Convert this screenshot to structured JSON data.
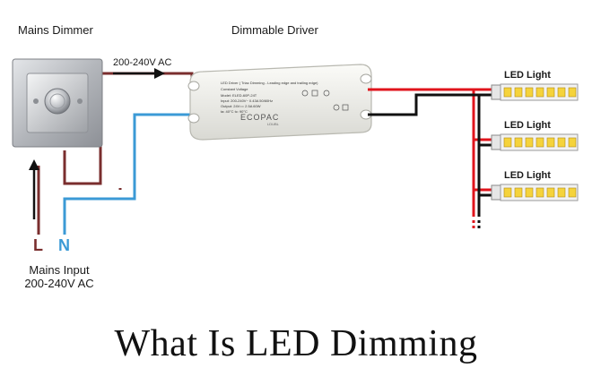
{
  "labels": {
    "mains_dimmer": "Mains Dimmer",
    "dimmable_driver": "Dimmable Driver",
    "ac_input": "200-240V AC",
    "mains_input_line1": "Mains Input",
    "mains_input_line2": "200-240V AC",
    "live": "L",
    "neutral": "N",
    "led_lights": [
      "LED Light",
      "LED Light",
      "LED Light"
    ],
    "title": "What Is LED Dimming"
  },
  "driver": {
    "logo": "ECOPAC",
    "logo_sub": "LDUBL",
    "line1": "LED Driver ( Triac Dimming - Leading edge and trailing edge)",
    "line2": "Constant Voltage",
    "line3": "Model: ELED-60P-24T",
    "line4": "Input: 200-240V~ 0.43A 50/60Hz",
    "line5": "Output: 24V== 2.5A 60W",
    "line6": "ta: 40°C  tc: 90°C"
  },
  "colors": {
    "live_wire": "#7a2e2e",
    "neutral_wire": "#3b9ad6",
    "dc_positive": "#e0141c",
    "dc_negative": "#111111",
    "led_strip": "#f2f2f2",
    "led_chip": "#f5d33b",
    "dimmer_plate": "#b9bcc1"
  }
}
